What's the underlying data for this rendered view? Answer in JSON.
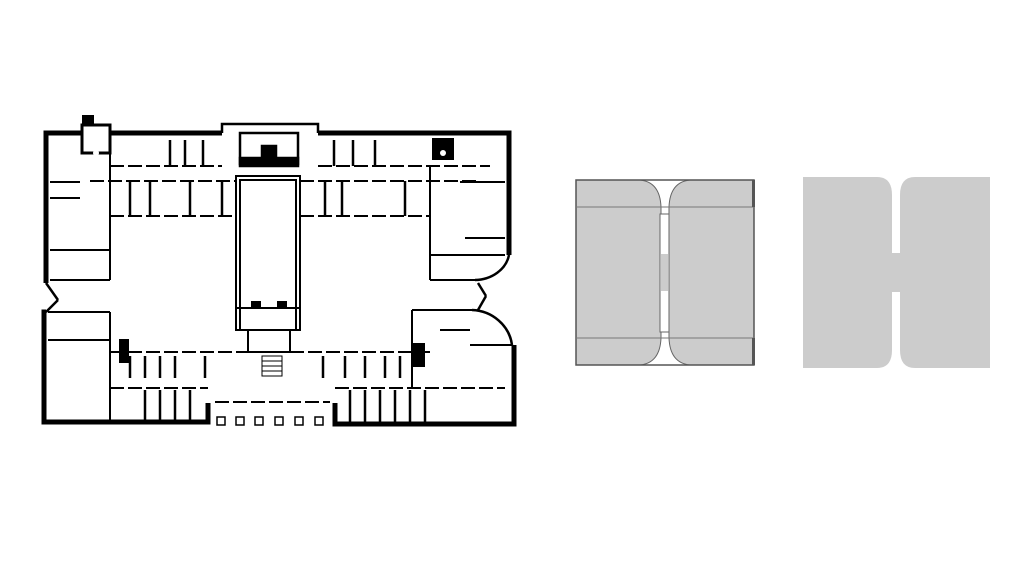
{
  "figures": [
    {
      "id": "floor-plan",
      "kind": "architectural floor plan",
      "line_color": "#000000"
    },
    {
      "id": "massing-diagram",
      "kind": "two blocks with rounded inner corners, linked by a narrow slot",
      "fill_color": "#cccccc",
      "line_color": "#555555"
    },
    {
      "id": "h-diagram",
      "kind": "H-shaped figure",
      "fill_color": "#cccccc"
    }
  ]
}
